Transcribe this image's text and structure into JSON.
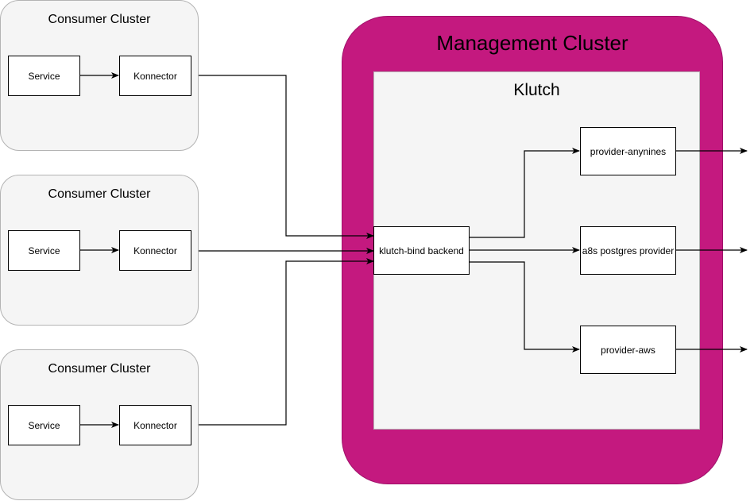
{
  "colors": {
    "management_fill": "#c4197f",
    "cluster_fill": "#f5f5f5",
    "node_fill": "#ffffff",
    "edge": "#000000"
  },
  "consumer_clusters": [
    {
      "title": "Consumer Cluster",
      "service": "Service",
      "konnector": "Konnector"
    },
    {
      "title": "Consumer Cluster",
      "service": "Service",
      "konnector": "Konnector"
    },
    {
      "title": "Consumer Cluster",
      "service": "Service",
      "konnector": "Konnector"
    }
  ],
  "management_cluster": {
    "title": "Management Cluster",
    "klutch": {
      "title": "Klutch",
      "backend": "klutch-bind backend",
      "providers": [
        "provider-anynines",
        "a8s postgres provider",
        "provider-aws"
      ]
    }
  }
}
